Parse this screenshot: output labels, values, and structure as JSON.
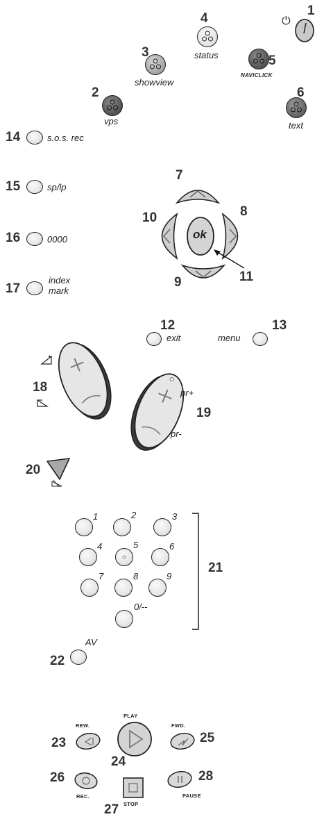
{
  "labels": {
    "status": "status",
    "showview": "showview",
    "naviclick": "NAVICLICK",
    "vps": "vps",
    "text": "text",
    "sos_rec": "s.o.s. rec",
    "sp_lp": "sp/lp",
    "zeros": "0000",
    "index": "index",
    "mark": "mark",
    "ok": "ok",
    "exit": "exit",
    "menu": "menu",
    "pr_plus": "pr+",
    "pr_minus": "pr-",
    "av": "AV",
    "rew": "REW.",
    "play": "PLAY",
    "fwd": "FWD.",
    "rec": "REC.",
    "stop": "STOP",
    "pause": "PAUSE",
    "power_symbol": "⏻"
  },
  "numbers": {
    "n1": "1",
    "n2": "2",
    "n3": "3",
    "n4": "4",
    "n5": "5",
    "n6": "6",
    "n7": "7",
    "n8": "8",
    "n9": "9",
    "n10": "10",
    "n11": "11",
    "n12": "12",
    "n13": "13",
    "n14": "14",
    "n15": "15",
    "n16": "16",
    "n17": "17",
    "n18": "18",
    "n19": "19",
    "n20": "20",
    "n21": "21",
    "n22": "22",
    "n23": "23",
    "n24": "24",
    "n25": "25",
    "n26": "26",
    "n27": "27",
    "n28": "28"
  },
  "keypad": {
    "k1": "1",
    "k2": "2",
    "k3": "3",
    "k4": "4",
    "k5": "5",
    "k6": "6",
    "k7": "7",
    "k8": "8",
    "k9": "9",
    "k0": "0/--"
  }
}
